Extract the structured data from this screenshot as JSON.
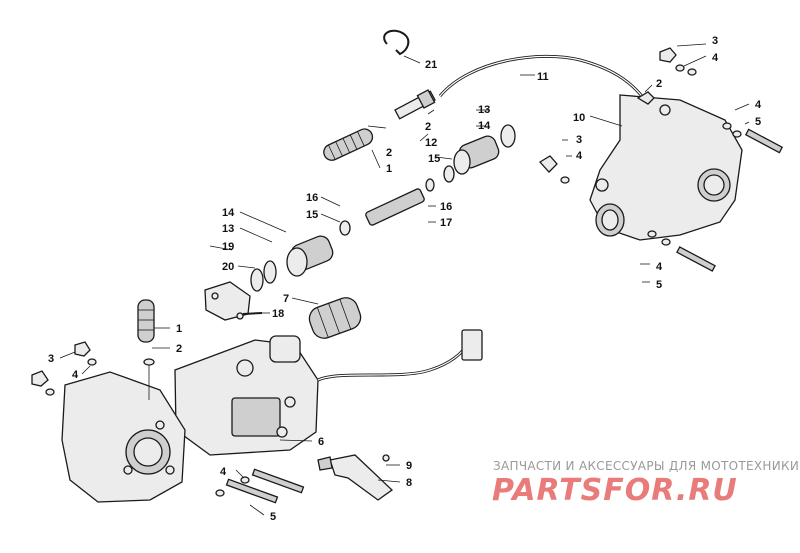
{
  "diagram": {
    "callouts": [
      {
        "id": "c21",
        "text": "21"
      },
      {
        "id": "c11",
        "text": "11"
      },
      {
        "id": "c3a",
        "text": "3"
      },
      {
        "id": "c4a",
        "text": "4"
      },
      {
        "id": "c2a",
        "text": "2"
      },
      {
        "id": "c13a",
        "text": "13"
      },
      {
        "id": "c14a",
        "text": "14"
      },
      {
        "id": "c10",
        "text": "10"
      },
      {
        "id": "c4b",
        "text": "4"
      },
      {
        "id": "c5a",
        "text": "5"
      },
      {
        "id": "c3b",
        "text": "3"
      },
      {
        "id": "c4c",
        "text": "4"
      },
      {
        "id": "c2b",
        "text": "2"
      },
      {
        "id": "c12",
        "text": "12"
      },
      {
        "id": "c2c",
        "text": "2"
      },
      {
        "id": "c1a",
        "text": "1"
      },
      {
        "id": "c15a",
        "text": "15"
      },
      {
        "id": "c16a",
        "text": "16"
      },
      {
        "id": "c15b",
        "text": "15"
      },
      {
        "id": "c16b",
        "text": "16"
      },
      {
        "id": "c17",
        "text": "17"
      },
      {
        "id": "c14b",
        "text": "14"
      },
      {
        "id": "c13b",
        "text": "13"
      },
      {
        "id": "c19",
        "text": "19"
      },
      {
        "id": "c20",
        "text": "20"
      },
      {
        "id": "c4d",
        "text": "4"
      },
      {
        "id": "c5b",
        "text": "5"
      },
      {
        "id": "c7",
        "text": "7"
      },
      {
        "id": "c18",
        "text": "18"
      },
      {
        "id": "c1b",
        "text": "1"
      },
      {
        "id": "c2d",
        "text": "2"
      },
      {
        "id": "c3c",
        "text": "3"
      },
      {
        "id": "c4e",
        "text": "4"
      },
      {
        "id": "c6",
        "text": "6"
      },
      {
        "id": "c9",
        "text": "9"
      },
      {
        "id": "c8",
        "text": "8"
      },
      {
        "id": "c4f",
        "text": "4"
      },
      {
        "id": "c5c",
        "text": "5"
      }
    ]
  },
  "watermark": {
    "tagline": "ЗАПЧАСТИ И АКСЕССУАРЫ ДЛЯ МОТОТЕХНИКИ",
    "brand": "PARTSFOR.RU"
  },
  "colors": {
    "watermark_brand": "#e97b7b",
    "watermark_tagline": "#9a9a9a"
  }
}
